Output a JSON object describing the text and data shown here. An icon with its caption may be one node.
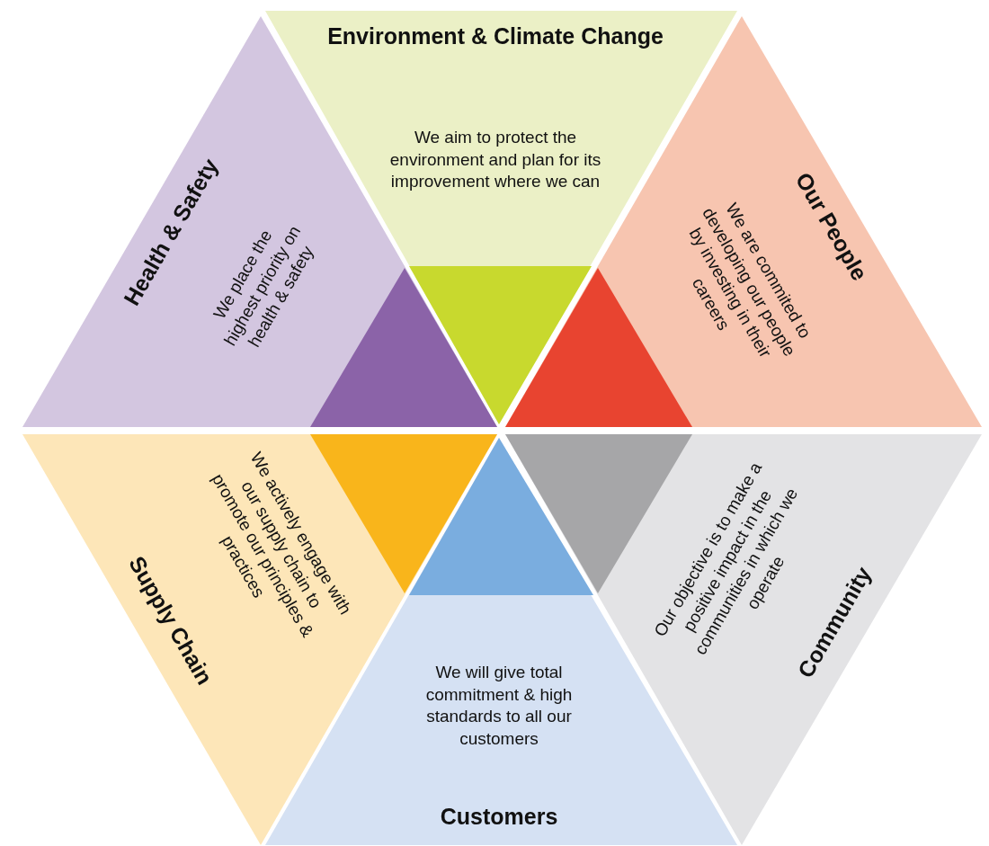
{
  "diagram": {
    "nodes": [
      {
        "text": [
          "Environment & Climate Change",
          "We aim to protect the environment and plan for its improvement where we can"
        ]
      },
      {
        "text": [
          "Health & Safety",
          "We place the highest priority on health & safety"
        ]
      },
      {
        "text": [
          "Our People",
          "We are commited to developing our people by investing in their careers"
        ]
      },
      {
        "text": [
          "Supply Chain",
          "We actively engage with our supply chain to promote our principles & practices"
        ]
      },
      {
        "text": [
          "We will give total commitment & high standards to all our customers",
          "Customers"
        ]
      },
      {
        "text": [
          "Community",
          "Our objective is to make a positive impact in the communities in which we operate"
        ]
      }
    ]
  }
}
